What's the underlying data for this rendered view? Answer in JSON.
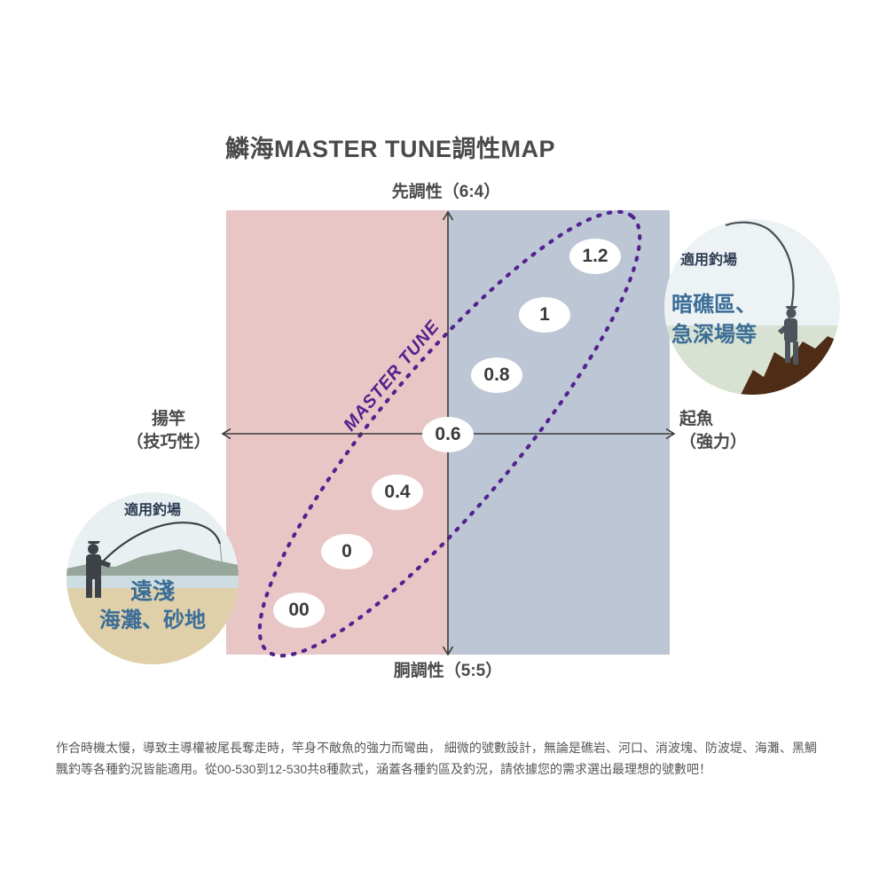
{
  "page": {
    "title": "鱗海MASTER TUNE調性MAP"
  },
  "chart_data": {
    "type": "scatter",
    "title": "鱗海MASTER TUNE調性MAP",
    "series_label": "MASTER TUNE",
    "axes": {
      "top_label": "先調性（6:4）",
      "bottom_label": "胴調性（5:5）",
      "left_label_line1": "揚竿",
      "left_label_line2": "（技巧性）",
      "right_label_line1": "起魚",
      "right_label_line2": "（強力）"
    },
    "x_axis_range": [
      -1,
      1
    ],
    "y_axis_range": [
      -1,
      1
    ],
    "points": [
      {
        "label": "00",
        "x": -0.68,
        "y": -0.79
      },
      {
        "label": "0",
        "x": -0.46,
        "y": -0.53
      },
      {
        "label": "0.4",
        "x": -0.23,
        "y": -0.26
      },
      {
        "label": "0.6",
        "x": 0.0,
        "y": 0.0
      },
      {
        "label": "0.8",
        "x": 0.22,
        "y": 0.27
      },
      {
        "label": "1",
        "x": 0.44,
        "y": 0.54
      },
      {
        "label": "1.2",
        "x": 0.66,
        "y": 0.8
      }
    ],
    "annotation_ellipse": {
      "label": "MASTER TUNE",
      "style": "dashed",
      "color": "#54228e"
    },
    "legend_position": "none",
    "grid": false
  },
  "callouts": {
    "bottom_left": {
      "tag": "適用釣場",
      "line1": "遠淺",
      "line2": "海灘、砂地"
    },
    "top_right": {
      "tag": "適用釣場",
      "line1": "暗礁區、",
      "line2": "急深場等"
    }
  },
  "description": {
    "line1": "作合時機太慢，導致主導權被尾長奪走時，竿身不敵魚的強力而彎曲， 細微的號數設計，無論是礁岩、河口、消波塊、防波堤、海灘、黑鯛",
    "line2": "飄釣等各種釣況皆能適用。從00-530到12-530共8種款式，涵蓋各種釣區及釣況，請依據您的需求選出最理想的號數吧！"
  },
  "colors": {
    "left_half": "#e9c6c6",
    "right_half": "#bcc6d4",
    "accent_purple": "#54228e",
    "axis": "#3a3a3a",
    "callout_text": "#3b6d97",
    "callout_tag": "#2e3d54"
  }
}
